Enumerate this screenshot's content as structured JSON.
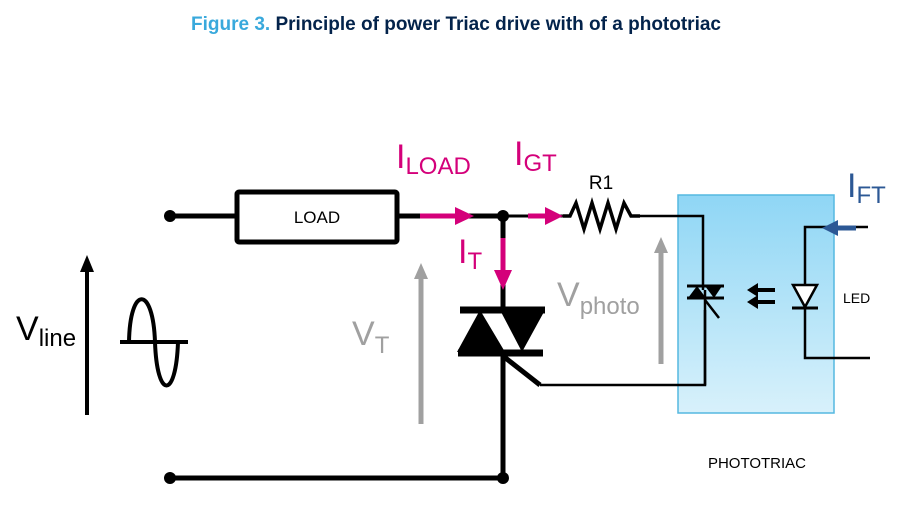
{
  "figure": {
    "number_label": "Figure 3.",
    "title": "Principle of power Triac drive with of a phototriac"
  },
  "labels": {
    "load_box": "LOAD",
    "resistor": "R1",
    "led": "LED",
    "phototriac": "PHOTOTRIAC"
  },
  "currents": {
    "i_load": {
      "main": "I",
      "sub": "LOAD"
    },
    "i_gt": {
      "main": "I",
      "sub": "GT"
    },
    "i_t": {
      "main": "I",
      "sub": "T"
    },
    "i_ft": {
      "main": "I",
      "sub": "FT"
    }
  },
  "voltages": {
    "v_line": {
      "main": "V",
      "sub": "line"
    },
    "v_t": {
      "main": "V",
      "sub": "T"
    },
    "v_photo": {
      "main": "V",
      "sub": "photo"
    }
  },
  "colors": {
    "current_arrow": "#d4007a",
    "voltage_arrow": "#a0a0a0",
    "ift": "#2c5895",
    "optocoupler_fill": "#9fdcf6",
    "optocoupler_border": "#55b8e0",
    "wire": "#000000"
  }
}
